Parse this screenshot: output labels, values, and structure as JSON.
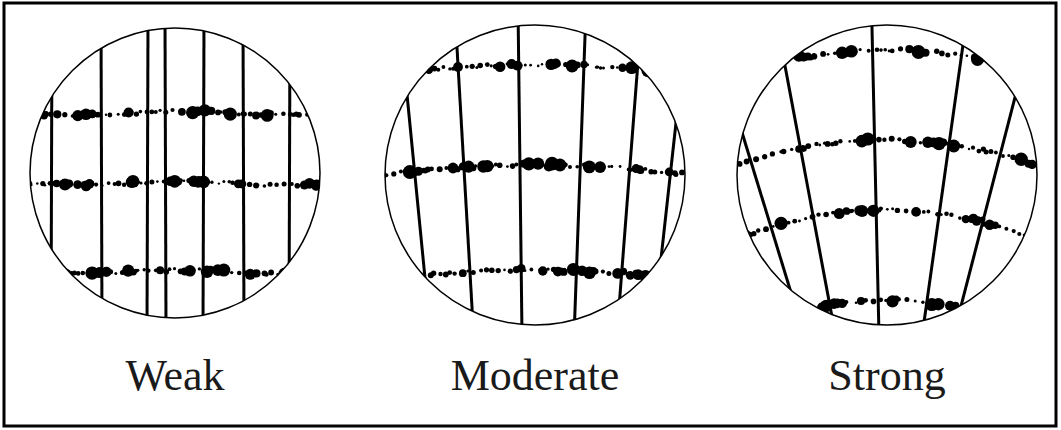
{
  "diagram": {
    "labels": [
      "Weak",
      "Moderate",
      "Strong"
    ]
  }
}
